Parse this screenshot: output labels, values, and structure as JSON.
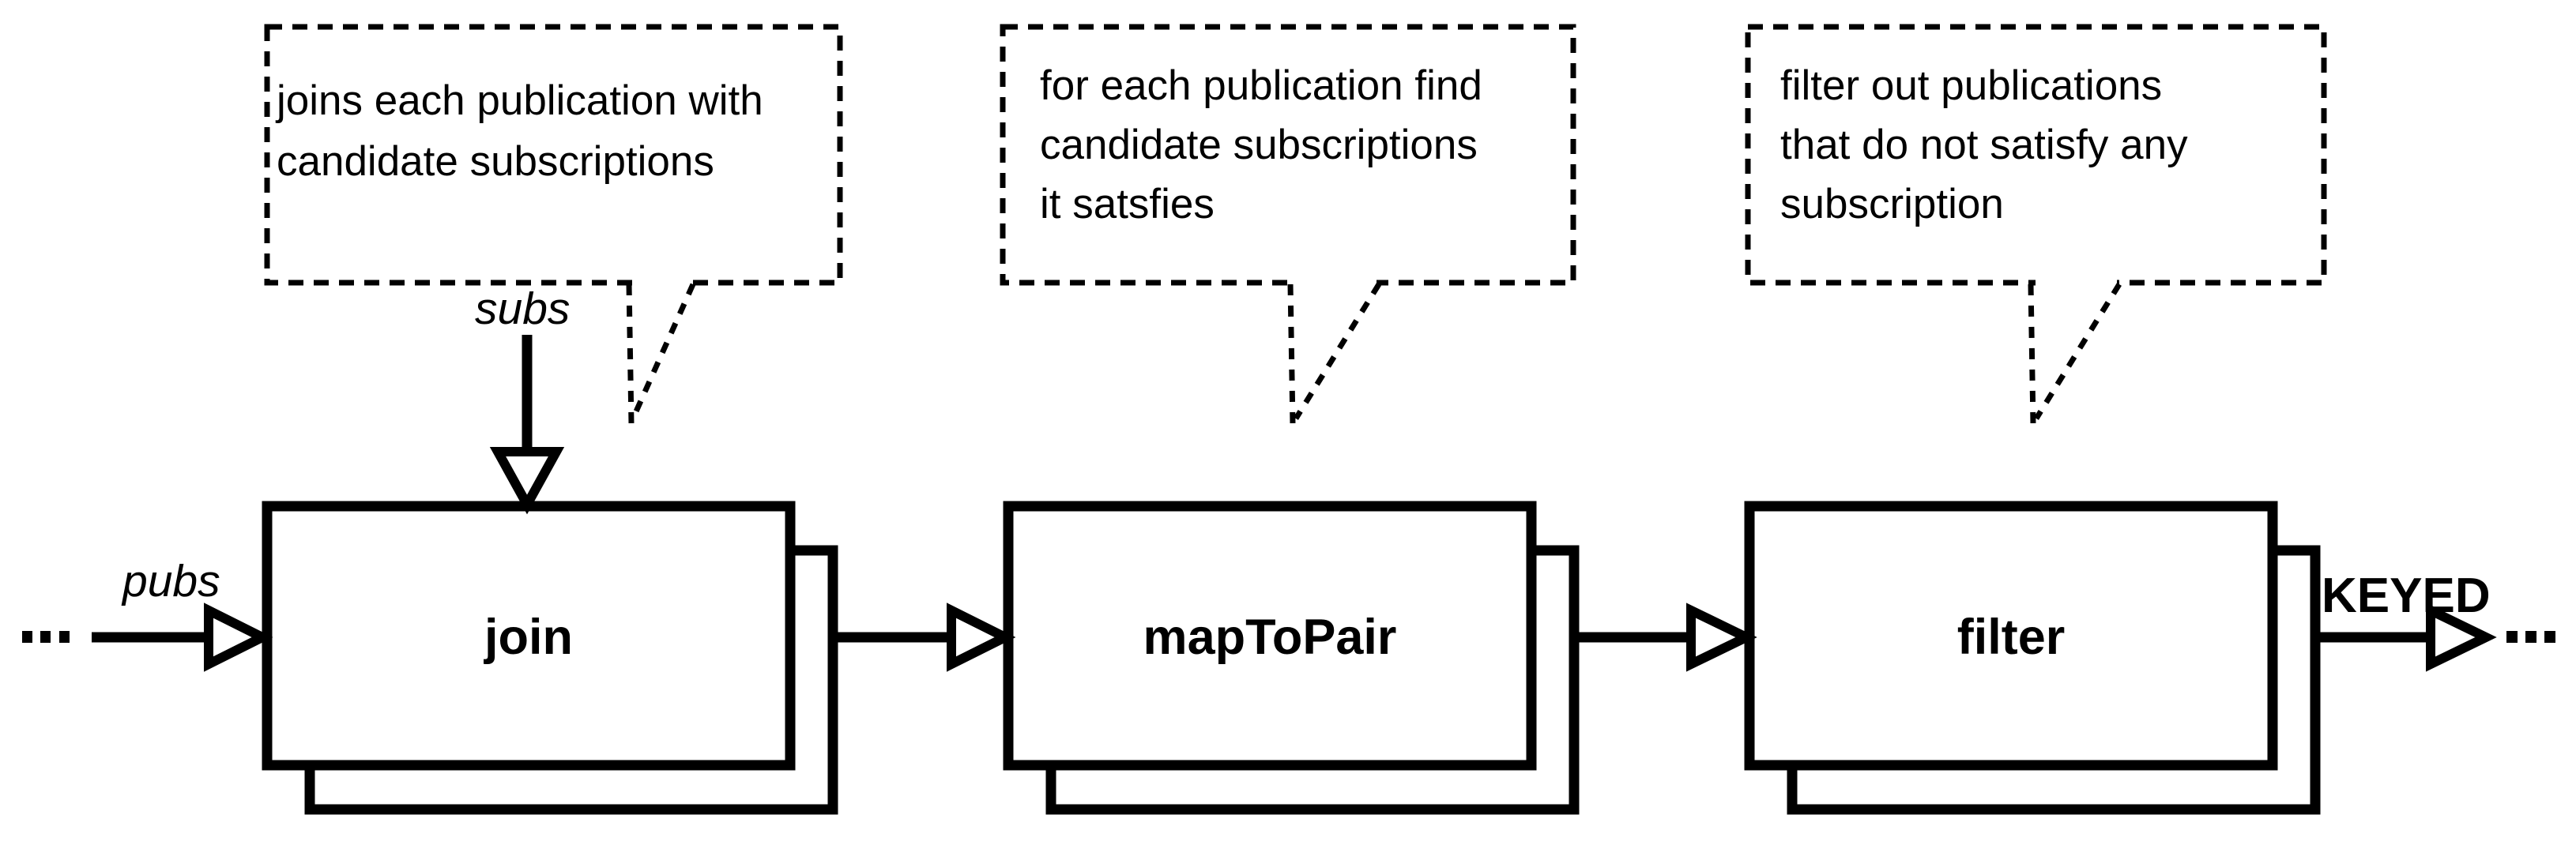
{
  "colors": {
    "ink": "#000000",
    "paper": "#ffffff"
  },
  "annotations": [
    {
      "target": "join",
      "lines": [
        "joins each publication with",
        "candidate subscriptions"
      ]
    },
    {
      "target": "mapToPair",
      "lines": [
        "for each publication find",
        "candidate subscriptions",
        "it satsfies"
      ]
    },
    {
      "target": "filter",
      "lines": [
        "filter out publications",
        "that do not satisfy any",
        "subscription"
      ]
    }
  ],
  "stages": [
    {
      "label": "join"
    },
    {
      "label": "mapToPair"
    },
    {
      "label": "filter"
    }
  ],
  "streams": {
    "input_label": "pubs",
    "side_input_label": "subs",
    "output_tag": "KEYED",
    "input_ellipsis": "...",
    "output_ellipsis": "..."
  }
}
